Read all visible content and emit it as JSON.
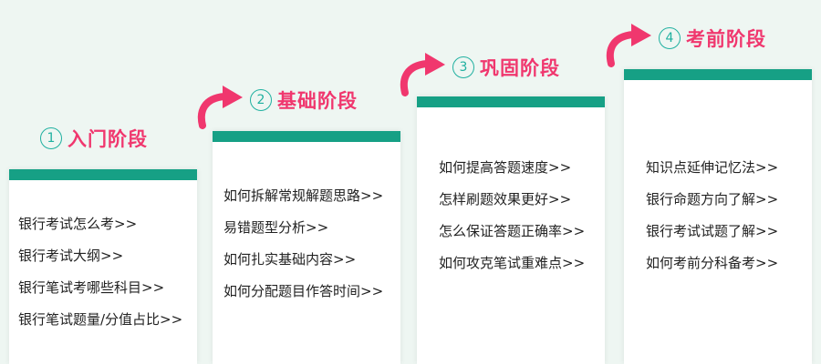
{
  "colors": {
    "background": "#eef6f2",
    "card": "#ffffff",
    "bar": "#16a085",
    "title": "#f0376e",
    "number": "#1fb0a0",
    "arrow": "#f0376e"
  },
  "stages": [
    {
      "number": "1",
      "title": "入门阶段",
      "items": [
        "银行考试怎么考>>",
        "银行考试大纲>>",
        "银行笔试考哪些科目>>",
        "银行笔试题量/分值占比>>"
      ]
    },
    {
      "number": "2",
      "title": "基础阶段",
      "items": [
        "如何拆解常规解题思路>>",
        "易错题型分析>>",
        "如何扎实基础内容>>",
        "如何分配题目作答时间>>"
      ]
    },
    {
      "number": "3",
      "title": "巩固阶段",
      "items": [
        "如何提高答题速度>>",
        "怎样刷题效果更好>>",
        "怎么保证答题正确率>>",
        "如何攻克笔试重难点>>"
      ]
    },
    {
      "number": "4",
      "title": "考前阶段",
      "items": [
        "知识点延伸记忆法>>",
        "银行命题方向了解>>",
        "银行考试试题了解>>",
        "如何考前分科备考>>"
      ]
    }
  ],
  "icons": {
    "arrow": "curved-arrow-icon"
  }
}
